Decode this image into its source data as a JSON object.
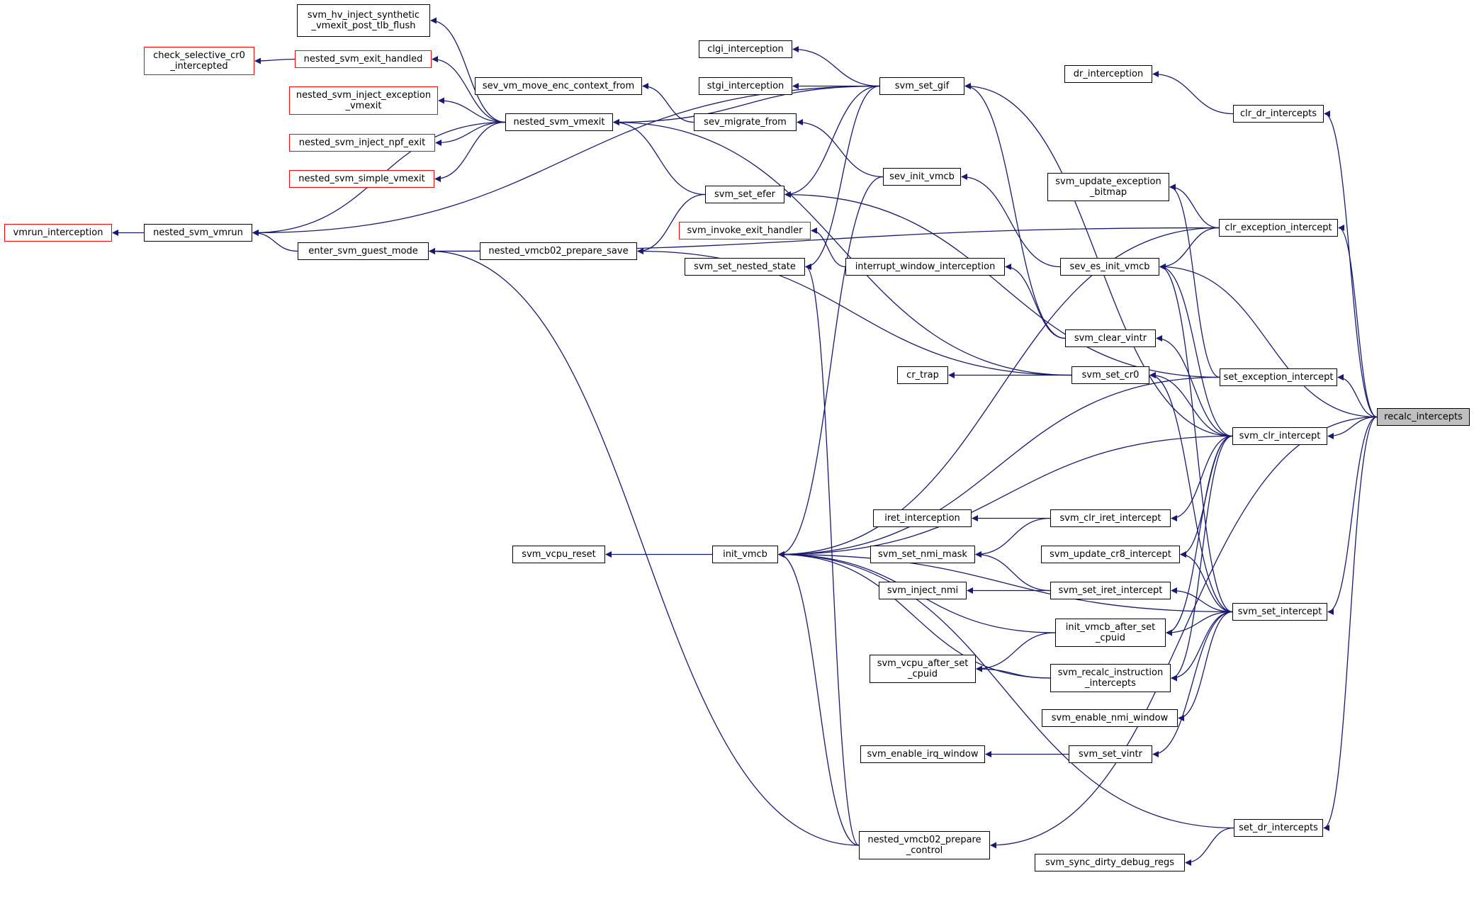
{
  "nodes": [
    {
      "id": "svm_hv",
      "text": "svm_hv_inject_synthetic\n_vmexit_post_tlb_flush",
      "red": false
    },
    {
      "id": "check_cr0",
      "text": "check_selective_cr0\n_intercepted",
      "red": true
    },
    {
      "id": "nsvm_exit_handled",
      "text": "nested_svm_exit_handled",
      "red": true
    },
    {
      "id": "nsvm_inject_exc",
      "text": "nested_svm_inject_exception\n_vmexit",
      "red": true
    },
    {
      "id": "nsvm_inject_npf",
      "text": "nested_svm_inject_npf_exit",
      "red": true
    },
    {
      "id": "nsvm_simple",
      "text": "nested_svm_simple_vmexit",
      "red": true
    },
    {
      "id": "vmrun_interception",
      "text": "vmrun_interception",
      "red": true
    },
    {
      "id": "nested_svm_vmrun",
      "text": "nested_svm_vmrun",
      "red": false
    },
    {
      "id": "enter_svm_guest_mode",
      "text": "enter_svm_guest_mode",
      "red": false
    },
    {
      "id": "sev_vm_move",
      "text": "sev_vm_move_enc_context_from",
      "red": false
    },
    {
      "id": "nested_svm_vmexit",
      "text": "nested_svm_vmexit",
      "red": false
    },
    {
      "id": "nested_vmcb02_prepare_save",
      "text": "nested_vmcb02_prepare_save",
      "red": false
    },
    {
      "id": "clgi",
      "text": "clgi_interception",
      "red": false
    },
    {
      "id": "stgi",
      "text": "stgi_interception",
      "red": false
    },
    {
      "id": "sev_migrate_from",
      "text": "sev_migrate_from",
      "red": false
    },
    {
      "id": "svm_set_efer",
      "text": "svm_set_efer",
      "red": false
    },
    {
      "id": "svm_invoke_exit_handler",
      "text": "svm_invoke_exit_handler",
      "red": true
    },
    {
      "id": "svm_set_nested_state",
      "text": "svm_set_nested_state",
      "red": false
    },
    {
      "id": "svm_vcpu_reset",
      "text": "svm_vcpu_reset",
      "red": false
    },
    {
      "id": "init_vmcb",
      "text": "init_vmcb",
      "red": false
    },
    {
      "id": "nested_vmcb02_prepare_control",
      "text": "nested_vmcb02_prepare\n_control",
      "red": false
    },
    {
      "id": "svm_set_gif",
      "text": "svm_set_gif",
      "red": false
    },
    {
      "id": "sev_init_vmcb",
      "text": "sev_init_vmcb",
      "red": false
    },
    {
      "id": "interrupt_window",
      "text": "interrupt_window_interception",
      "red": false
    },
    {
      "id": "cr_trap",
      "text": "cr_trap",
      "red": false
    },
    {
      "id": "iret_interception",
      "text": "iret_interception",
      "red": false
    },
    {
      "id": "svm_set_nmi_mask",
      "text": "svm_set_nmi_mask",
      "red": false
    },
    {
      "id": "svm_inject_nmi",
      "text": "svm_inject_nmi",
      "red": false
    },
    {
      "id": "svm_vcpu_after_set_cpuid",
      "text": "svm_vcpu_after_set\n_cpuid",
      "red": false
    },
    {
      "id": "svm_enable_irq_window",
      "text": "svm_enable_irq_window",
      "red": false
    },
    {
      "id": "dr_interception",
      "text": "dr_interception",
      "red": false
    },
    {
      "id": "svm_update_exception_bitmap",
      "text": "svm_update_exception\n_bitmap",
      "red": false
    },
    {
      "id": "sev_es_init_vmcb",
      "text": "sev_es_init_vmcb",
      "red": false
    },
    {
      "id": "svm_clear_vintr",
      "text": "svm_clear_vintr",
      "red": false
    },
    {
      "id": "svm_set_cr0",
      "text": "svm_set_cr0",
      "red": false
    },
    {
      "id": "svm_clr_iret_intercept",
      "text": "svm_clr_iret_intercept",
      "red": false
    },
    {
      "id": "svm_update_cr8_intercept",
      "text": "svm_update_cr8_intercept",
      "red": false
    },
    {
      "id": "svm_set_iret_intercept",
      "text": "svm_set_iret_intercept",
      "red": false
    },
    {
      "id": "init_vmcb_after_set_cpuid",
      "text": "init_vmcb_after_set\n_cpuid",
      "red": false
    },
    {
      "id": "svm_recalc_instruction_intercepts",
      "text": "svm_recalc_instruction\n_intercepts",
      "red": false
    },
    {
      "id": "svm_enable_nmi_window",
      "text": "svm_enable_nmi_window",
      "red": false
    },
    {
      "id": "svm_set_vintr",
      "text": "svm_set_vintr",
      "red": false
    },
    {
      "id": "svm_sync_dirty_debug_regs",
      "text": "svm_sync_dirty_debug_regs",
      "red": false
    },
    {
      "id": "clr_dr_intercepts",
      "text": "clr_dr_intercepts",
      "red": false
    },
    {
      "id": "clr_exception_intercept",
      "text": "clr_exception_intercept",
      "red": false
    },
    {
      "id": "set_exception_intercept",
      "text": "set_exception_intercept",
      "red": false
    },
    {
      "id": "svm_clr_intercept",
      "text": "svm_clr_intercept",
      "red": false
    },
    {
      "id": "svm_set_intercept",
      "text": "svm_set_intercept",
      "red": false
    },
    {
      "id": "set_dr_intercepts",
      "text": "set_dr_intercepts",
      "red": false
    },
    {
      "id": "recalc_intercepts",
      "text": "recalc_intercepts",
      "red": false,
      "root": true
    }
  ],
  "edges": [
    [
      "svm_hv",
      "nested_svm_vmexit"
    ],
    [
      "check_cr0",
      "nsvm_exit_handled"
    ],
    [
      "nsvm_exit_handled",
      "nested_svm_vmexit"
    ],
    [
      "nsvm_inject_exc",
      "nested_svm_vmexit"
    ],
    [
      "nsvm_inject_npf",
      "nested_svm_vmexit"
    ],
    [
      "nsvm_simple",
      "nested_svm_vmexit"
    ],
    [
      "vmrun_interception",
      "nested_svm_vmrun"
    ],
    [
      "nested_svm_vmrun",
      "enter_svm_guest_mode"
    ],
    [
      "nested_svm_vmrun",
      "nested_svm_vmexit"
    ],
    [
      "nested_svm_vmrun",
      "svm_set_gif"
    ],
    [
      "enter_svm_guest_mode",
      "nested_vmcb02_prepare_save"
    ],
    [
      "enter_svm_guest_mode",
      "nested_vmcb02_prepare_control"
    ],
    [
      "enter_svm_guest_mode",
      "clr_exception_intercept"
    ],
    [
      "sev_vm_move",
      "sev_migrate_from"
    ],
    [
      "nested_svm_vmexit",
      "svm_set_gif"
    ],
    [
      "nested_svm_vmexit",
      "svm_set_efer"
    ],
    [
      "nested_svm_vmexit",
      "svm_set_cr0"
    ],
    [
      "nested_vmcb02_prepare_save",
      "svm_set_efer"
    ],
    [
      "nested_vmcb02_prepare_save",
      "svm_set_cr0"
    ],
    [
      "clgi",
      "svm_set_gif"
    ],
    [
      "stgi",
      "svm_set_gif"
    ],
    [
      "sev_migrate_from",
      "sev_init_vmcb"
    ],
    [
      "svm_set_efer",
      "svm_set_gif"
    ],
    [
      "svm_set_efer",
      "set_exception_intercept"
    ],
    [
      "svm_invoke_exit_handler",
      "interrupt_window"
    ],
    [
      "svm_set_nested_state",
      "svm_set_gif"
    ],
    [
      "svm_set_nested_state",
      "nested_vmcb02_prepare_control"
    ],
    [
      "svm_vcpu_reset",
      "init_vmcb"
    ],
    [
      "init_vmcb",
      "sev_init_vmcb"
    ],
    [
      "init_vmcb",
      "clr_exception_intercept"
    ],
    [
      "init_vmcb",
      "set_exception_intercept"
    ],
    [
      "init_vmcb",
      "svm_clr_intercept"
    ],
    [
      "init_vmcb",
      "init_vmcb_after_set_cpuid"
    ],
    [
      "init_vmcb",
      "svm_recalc_instruction_intercepts"
    ],
    [
      "init_vmcb",
      "svm_set_intercept"
    ],
    [
      "init_vmcb",
      "set_dr_intercepts"
    ],
    [
      "init_vmcb",
      "nested_vmcb02_prepare_control"
    ],
    [
      "nested_vmcb02_prepare_control",
      "recalc_intercepts"
    ],
    [
      "svm_set_gif",
      "svm_clear_vintr"
    ],
    [
      "svm_set_gif",
      "svm_clr_intercept"
    ],
    [
      "sev_init_vmcb",
      "sev_es_init_vmcb"
    ],
    [
      "interrupt_window",
      "svm_clear_vintr"
    ],
    [
      "cr_trap",
      "svm_set_cr0"
    ],
    [
      "iret_interception",
      "svm_clr_iret_intercept"
    ],
    [
      "svm_set_nmi_mask",
      "svm_clr_iret_intercept"
    ],
    [
      "svm_set_nmi_mask",
      "svm_set_iret_intercept"
    ],
    [
      "svm_inject_nmi",
      "svm_set_iret_intercept"
    ],
    [
      "svm_vcpu_after_set_cpuid",
      "init_vmcb_after_set_cpuid"
    ],
    [
      "svm_vcpu_after_set_cpuid",
      "svm_recalc_instruction_intercepts"
    ],
    [
      "svm_enable_irq_window",
      "svm_set_vintr"
    ],
    [
      "dr_interception",
      "clr_dr_intercepts"
    ],
    [
      "svm_update_exception_bitmap",
      "clr_exception_intercept"
    ],
    [
      "svm_update_exception_bitmap",
      "set_exception_intercept"
    ],
    [
      "sev_es_init_vmcb",
      "clr_exception_intercept"
    ],
    [
      "sev_es_init_vmcb",
      "svm_clr_intercept"
    ],
    [
      "sev_es_init_vmcb",
      "svm_set_intercept"
    ],
    [
      "sev_es_init_vmcb",
      "recalc_intercepts"
    ],
    [
      "svm_clear_vintr",
      "svm_clr_intercept"
    ],
    [
      "svm_set_cr0",
      "svm_clr_intercept"
    ],
    [
      "svm_set_cr0",
      "svm_set_intercept"
    ],
    [
      "svm_clr_iret_intercept",
      "svm_clr_intercept"
    ],
    [
      "svm_update_cr8_intercept",
      "svm_clr_intercept"
    ],
    [
      "svm_update_cr8_intercept",
      "svm_set_intercept"
    ],
    [
      "svm_set_iret_intercept",
      "svm_set_intercept"
    ],
    [
      "init_vmcb_after_set_cpuid",
      "svm_clr_intercept"
    ],
    [
      "init_vmcb_after_set_cpuid",
      "svm_set_intercept"
    ],
    [
      "svm_recalc_instruction_intercepts",
      "svm_clr_intercept"
    ],
    [
      "svm_recalc_instruction_intercepts",
      "svm_set_intercept"
    ],
    [
      "svm_enable_nmi_window",
      "svm_set_intercept"
    ],
    [
      "svm_set_vintr",
      "svm_set_intercept"
    ],
    [
      "svm_sync_dirty_debug_regs",
      "set_dr_intercepts"
    ],
    [
      "clr_dr_intercepts",
      "recalc_intercepts"
    ],
    [
      "clr_exception_intercept",
      "recalc_intercepts"
    ],
    [
      "set_exception_intercept",
      "recalc_intercepts"
    ],
    [
      "svm_clr_intercept",
      "recalc_intercepts"
    ],
    [
      "svm_set_intercept",
      "recalc_intercepts"
    ],
    [
      "set_dr_intercepts",
      "recalc_intercepts"
    ]
  ]
}
